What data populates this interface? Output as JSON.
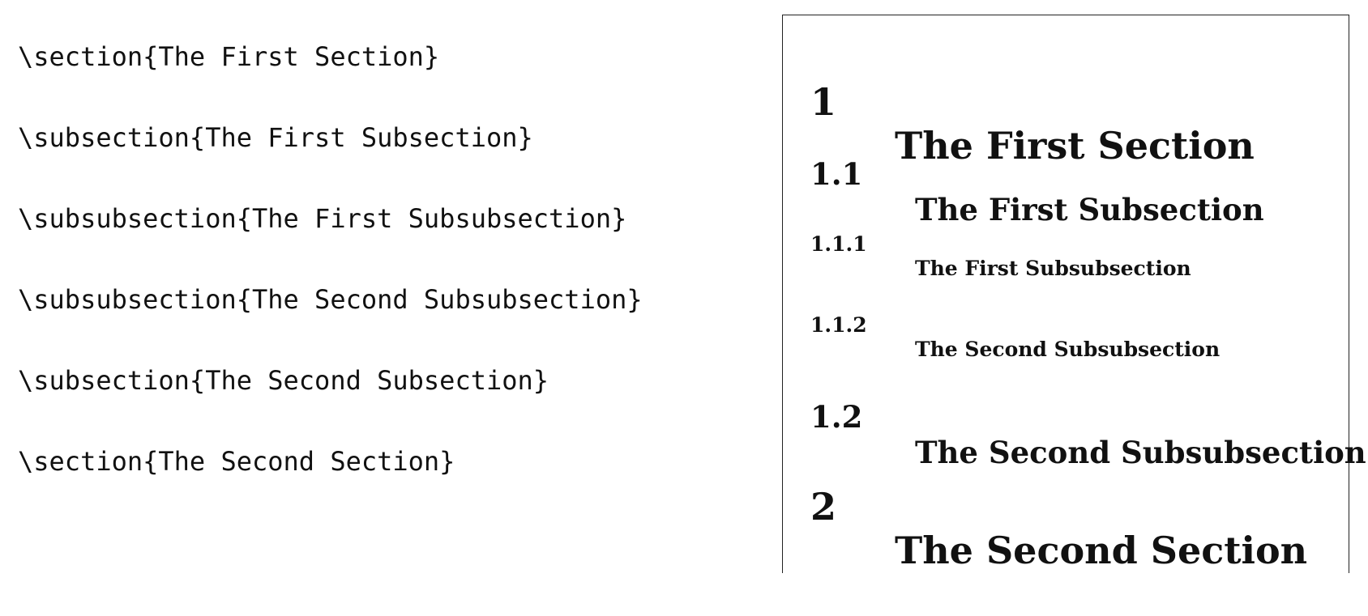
{
  "source": {
    "lines": [
      "\\section{The First Section}",
      "\\subsection{The First Subsection}",
      "\\subsubsection{The First Subsubsection}",
      "\\subsubsection{The Second Subsubsection}",
      "\\subsection{The Second Subsection}",
      "\\section{The Second Section}"
    ]
  },
  "output": {
    "headings": [
      {
        "number": "1",
        "title": "The First Section"
      },
      {
        "number": "1.1",
        "title": "The First Subsection"
      },
      {
        "number": "1.1.1",
        "title": "The First Subsubsection"
      },
      {
        "number": "1.1.2",
        "title": "The Second Subsubsection"
      },
      {
        "number": "1.2",
        "title": "The Second Subsubsection"
      },
      {
        "number": "2",
        "title": "The Second Section"
      }
    ]
  }
}
